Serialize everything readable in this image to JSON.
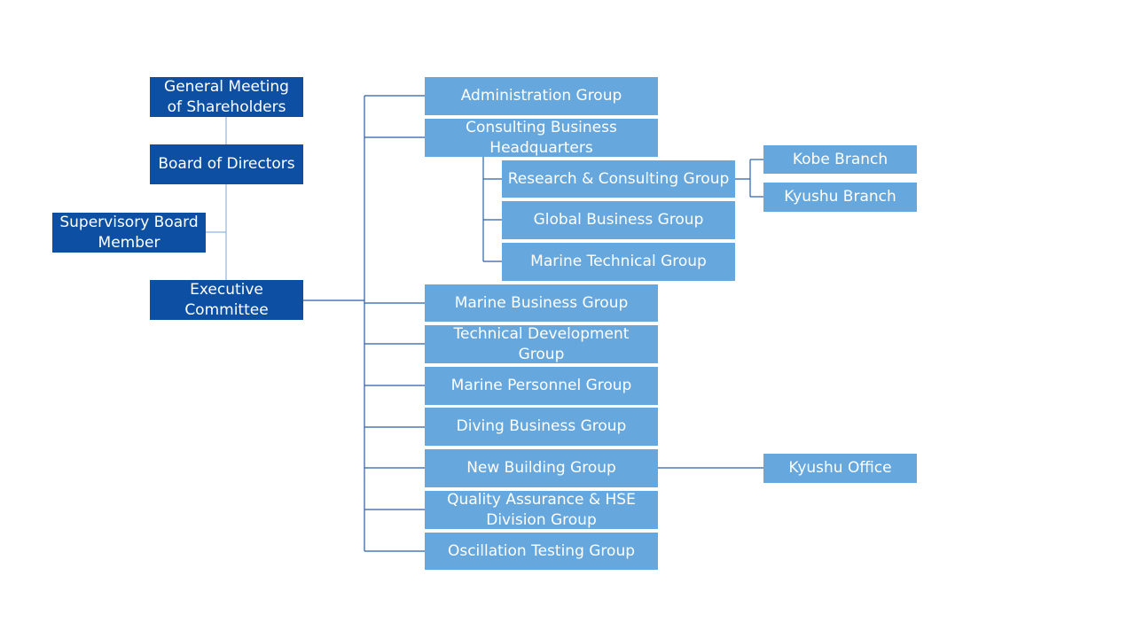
{
  "org_chart": {
    "general_meeting": "General Meeting of Shareholders",
    "board": "Board of Directors",
    "supervisory": "Supervisory Board Member",
    "executive": "Executive Committee",
    "administration": "Administration Group",
    "consulting_hq": "Consulting Business Headquarters",
    "research_consulting": "Research & Consulting Group",
    "kobe_branch": "Kobe Branch",
    "kyushu_branch": "Kyushu Branch",
    "global_business": "Global Business Group",
    "marine_technical": "Marine Technical Group",
    "marine_business": "Marine Business Group",
    "technical_development": "Technical Development Group",
    "marine_personnel": "Marine Personnel Group",
    "diving_business": "Diving Business Group",
    "new_building": "New Building Group",
    "kyushu_office": "Kyushu Office",
    "quality_assurance": "Quality Assurance & HSE Division Group",
    "oscillation_testing": "Oscillation Testing Group"
  },
  "colors": {
    "governance_box": "#0c4fa3",
    "department_box": "#66a7de",
    "governance_line": "#8db8e2",
    "department_line": "#2a5fa8"
  }
}
